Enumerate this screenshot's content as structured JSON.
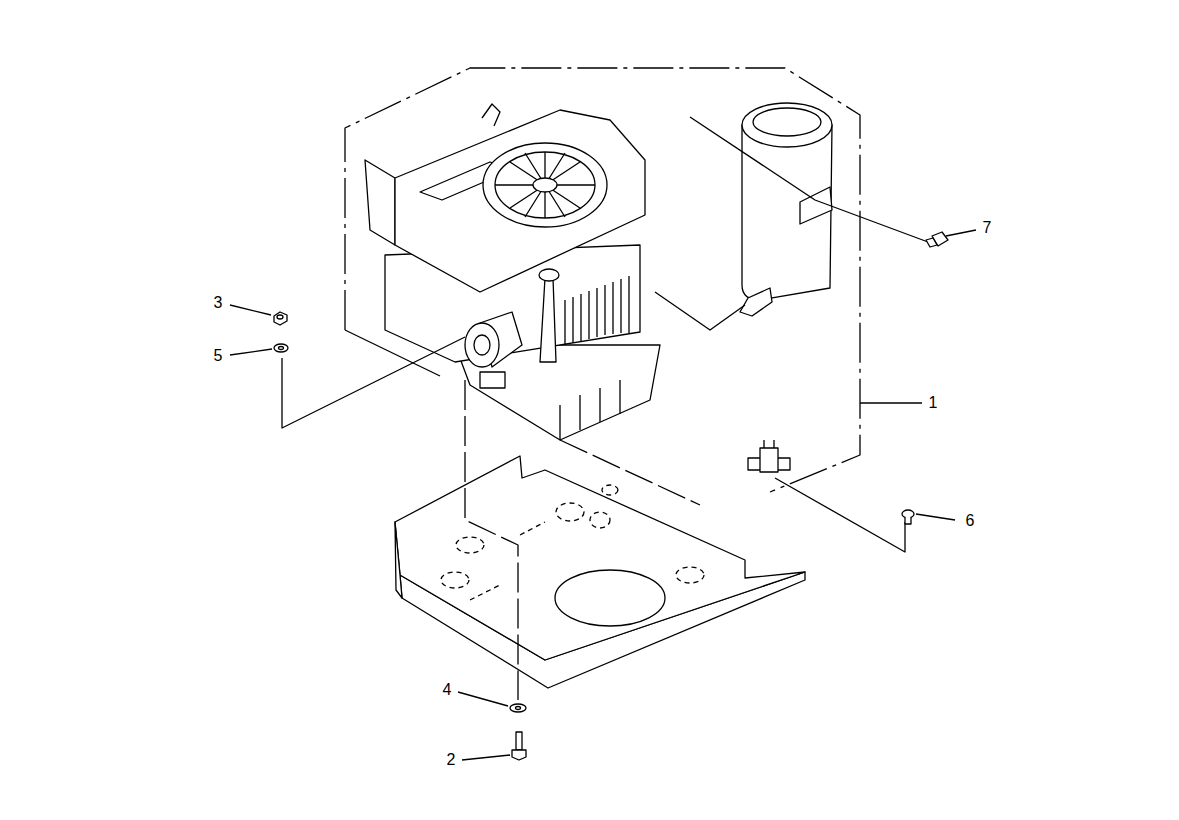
{
  "diagram": {
    "labels": [
      "7",
      "3",
      "5",
      "1",
      "6",
      "4",
      "2"
    ]
  }
}
